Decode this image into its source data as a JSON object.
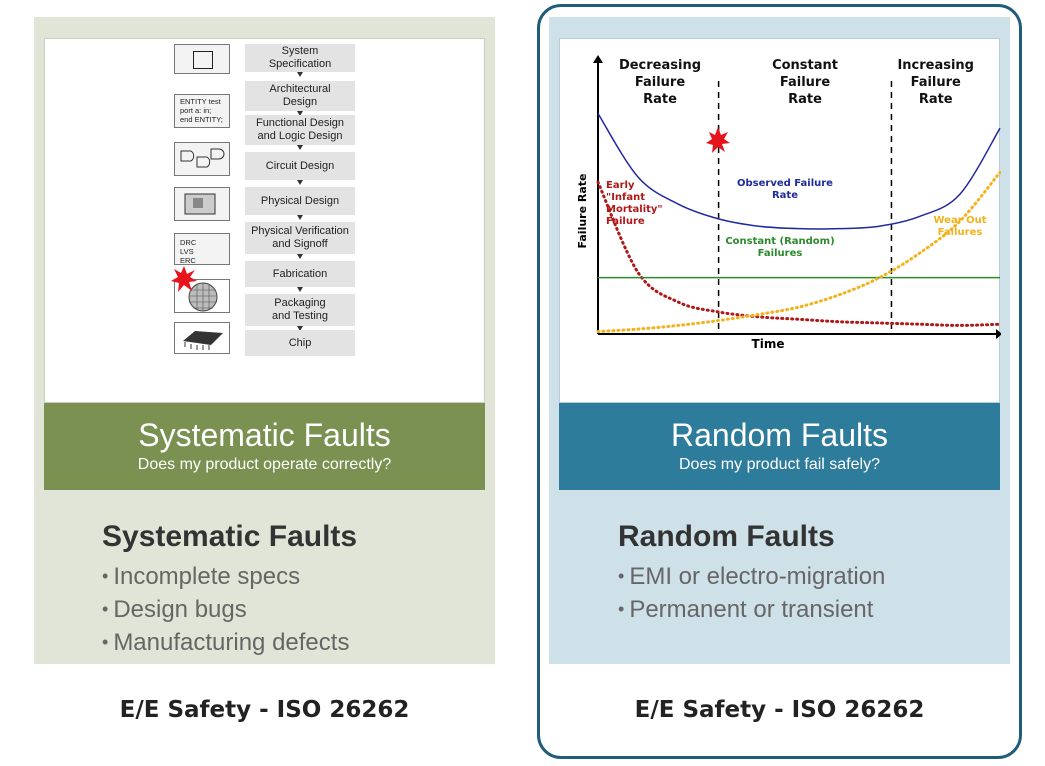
{
  "left": {
    "flow_steps": [
      "System\nSpecification",
      "Architectural\nDesign",
      "Functional Design\nand Logic Design",
      "Circuit Design",
      "Physical Design",
      "Physical Verification\nand Signoff",
      "Fabrication",
      "Packaging\nand Testing",
      "Chip"
    ],
    "icon_labels": {
      "entity": "ENTITY test\nport a: in;\nend ENTITY;",
      "checks": "DRC\nLVS\nERC"
    },
    "banner_title": "Systematic Faults",
    "banner_subtitle": "Does my product operate correctly?",
    "heading": "Systematic Faults",
    "bullets": [
      "Incomplete specs",
      "Design bugs",
      "Manufacturing defects"
    ],
    "footer": "E/E Safety - ISO 26262"
  },
  "right": {
    "chart_data": {
      "type": "line",
      "title": "",
      "xlabel": "Time",
      "ylabel": "Failure Rate",
      "regions": [
        "Decreasing\nFailure\nRate",
        "Constant\nFailure\nRate",
        "Increasing\nFailure\nRate"
      ],
      "x": [
        0,
        1,
        2,
        3,
        4,
        5,
        6,
        7,
        8,
        9,
        10
      ],
      "xlim": [
        0,
        10
      ],
      "ylim": [
        0,
        10
      ],
      "region_boundaries": [
        3,
        7.3
      ],
      "series": [
        {
          "name": "Observed Failure\nRate",
          "color": "#1f2a9c",
          "style": "solid",
          "values": [
            9.0,
            6.4,
            5.3,
            4.7,
            4.4,
            4.3,
            4.3,
            4.4,
            4.8,
            5.7,
            8.4
          ]
        },
        {
          "name": "Early\n\"Infant\nMortality\"\nFailure",
          "color": "#b01818",
          "style": "dotted",
          "values": [
            6.2,
            2.5,
            1.3,
            0.9,
            0.7,
            0.6,
            0.5,
            0.45,
            0.4,
            0.35,
            0.4
          ]
        },
        {
          "name": "Constant (Random)\nFailures",
          "color": "#2b8a2b",
          "style": "solid",
          "values": [
            2.3,
            2.3,
            2.3,
            2.3,
            2.3,
            2.3,
            2.3,
            2.3,
            2.3,
            2.3,
            2.3
          ]
        },
        {
          "name": "Wear Out\nFailures",
          "color": "#f2b21b",
          "style": "dotted",
          "values": [
            0.1,
            0.2,
            0.35,
            0.55,
            0.8,
            1.1,
            1.6,
            2.3,
            3.3,
            4.6,
            6.6
          ]
        }
      ]
    },
    "banner_title": "Random Faults",
    "banner_subtitle": "Does my product fail safely?",
    "heading": "Random Faults",
    "bullets": [
      "EMI or electro-migration",
      "Permanent or transient"
    ],
    "footer": "E/E Safety - ISO 26262"
  },
  "colors": {
    "left_panel_bg": "#e0e5d8",
    "left_banner": "#7a9151",
    "right_panel_bg": "#cfe1e8",
    "right_banner": "#2e7c9b",
    "frame": "#1f5d78",
    "starburst": "#e8141b"
  }
}
